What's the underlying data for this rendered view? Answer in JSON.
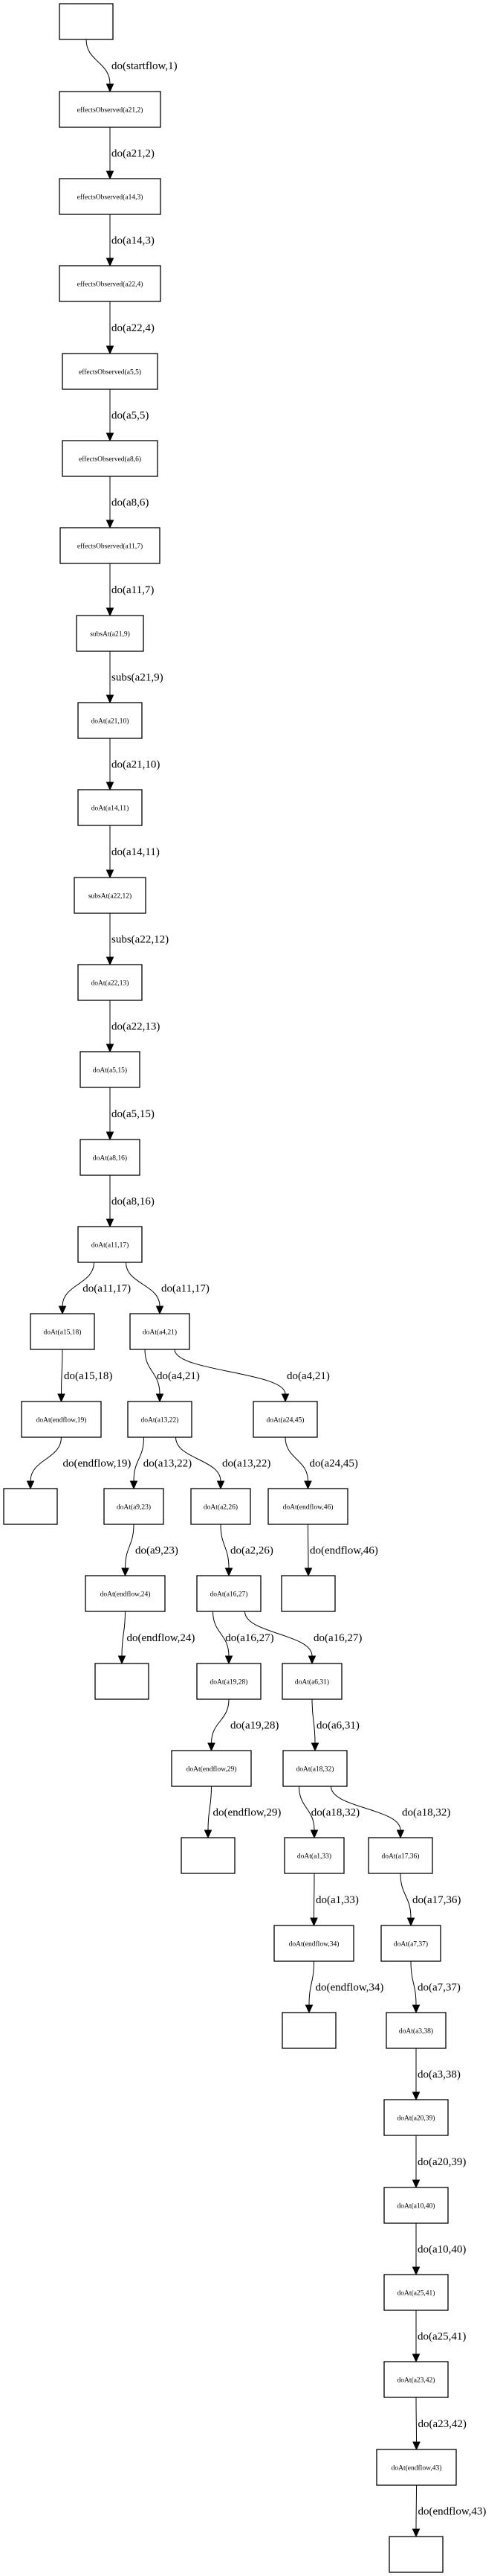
{
  "diagram": {
    "type": "state-transition-tree",
    "nodes": [
      {
        "id": "n0",
        "label": ""
      },
      {
        "id": "n1",
        "label": "effectsObserved(a21,2)"
      },
      {
        "id": "n2",
        "label": "effectsObserved(a14,3)"
      },
      {
        "id": "n3",
        "label": "effectsObserved(a22,4)"
      },
      {
        "id": "n4",
        "label": "effectsObserved(a5,5)"
      },
      {
        "id": "n5",
        "label": "effectsObserved(a8,6)"
      },
      {
        "id": "n6",
        "label": "effectsObserved(a11,7)"
      },
      {
        "id": "n7",
        "label": "subsAt(a21,9)"
      },
      {
        "id": "n8",
        "label": "doAt(a21,10)"
      },
      {
        "id": "n9",
        "label": "doAt(a14,11)"
      },
      {
        "id": "n10",
        "label": "subsAt(a22,12)"
      },
      {
        "id": "n11",
        "label": "doAt(a22,13)"
      },
      {
        "id": "n12",
        "label": "doAt(a5,15)"
      },
      {
        "id": "n13",
        "label": "doAt(a8,16)"
      },
      {
        "id": "n14",
        "label": "doAt(a11,17)"
      },
      {
        "id": "n15",
        "label": "doAt(a15,18)"
      },
      {
        "id": "n16",
        "label": "doAt(a4,21)"
      },
      {
        "id": "n17",
        "label": "doAt(endflow,19)"
      },
      {
        "id": "n18",
        "label": "doAt(a13,22)"
      },
      {
        "id": "n19",
        "label": "doAt(a24,45)"
      },
      {
        "id": "n20",
        "label": ""
      },
      {
        "id": "n21",
        "label": "doAt(a9,23)"
      },
      {
        "id": "n22",
        "label": "doAt(a2,26)"
      },
      {
        "id": "n23",
        "label": "doAt(endflow,46)"
      },
      {
        "id": "n24",
        "label": "doAt(endflow,24)"
      },
      {
        "id": "n25",
        "label": "doAt(a16,27)"
      },
      {
        "id": "n26",
        "label": ""
      },
      {
        "id": "n27",
        "label": ""
      },
      {
        "id": "n28",
        "label": "doAt(a19,28)"
      },
      {
        "id": "n29",
        "label": "doAt(a6,31)"
      },
      {
        "id": "n30",
        "label": "doAt(endflow,29)"
      },
      {
        "id": "n31",
        "label": "doAt(a18,32)"
      },
      {
        "id": "n32",
        "label": ""
      },
      {
        "id": "n33",
        "label": "doAt(a1,33)"
      },
      {
        "id": "n34",
        "label": "doAt(a17,36)"
      },
      {
        "id": "n35",
        "label": "doAt(endflow,34)"
      },
      {
        "id": "n36",
        "label": "doAt(a7,37)"
      },
      {
        "id": "n37",
        "label": ""
      },
      {
        "id": "n38",
        "label": "doAt(a3,38)"
      },
      {
        "id": "n39",
        "label": "doAt(a20,39)"
      },
      {
        "id": "n40",
        "label": "doAt(a10,40)"
      },
      {
        "id": "n41",
        "label": "doAt(a25,41)"
      },
      {
        "id": "n42",
        "label": "doAt(a23,42)"
      },
      {
        "id": "n43",
        "label": "doAt(endflow,43)"
      },
      {
        "id": "n44",
        "label": ""
      }
    ],
    "edges": [
      {
        "from": "n0",
        "to": "n1",
        "label": "do(startflow,1)"
      },
      {
        "from": "n1",
        "to": "n2",
        "label": "do(a21,2)"
      },
      {
        "from": "n2",
        "to": "n3",
        "label": "do(a14,3)"
      },
      {
        "from": "n3",
        "to": "n4",
        "label": "do(a22,4)"
      },
      {
        "from": "n4",
        "to": "n5",
        "label": "do(a5,5)"
      },
      {
        "from": "n5",
        "to": "n6",
        "label": "do(a8,6)"
      },
      {
        "from": "n6",
        "to": "n7",
        "label": "do(a11,7)"
      },
      {
        "from": "n7",
        "to": "n8",
        "label": "subs(a21,9)"
      },
      {
        "from": "n8",
        "to": "n9",
        "label": "do(a21,10)"
      },
      {
        "from": "n9",
        "to": "n10",
        "label": "do(a14,11)"
      },
      {
        "from": "n10",
        "to": "n11",
        "label": "subs(a22,12)"
      },
      {
        "from": "n11",
        "to": "n12",
        "label": "do(a22,13)"
      },
      {
        "from": "n12",
        "to": "n13",
        "label": "do(a5,15)"
      },
      {
        "from": "n13",
        "to": "n14",
        "label": "do(a8,16)"
      },
      {
        "from": "n14",
        "to": "n15",
        "label": "do(a11,17)"
      },
      {
        "from": "n14",
        "to": "n16",
        "label": "do(a11,17)"
      },
      {
        "from": "n15",
        "to": "n17",
        "label": "do(a15,18)"
      },
      {
        "from": "n16",
        "to": "n18",
        "label": "do(a4,21)"
      },
      {
        "from": "n16",
        "to": "n19",
        "label": "do(a4,21)"
      },
      {
        "from": "n17",
        "to": "n20",
        "label": "do(endflow,19)"
      },
      {
        "from": "n18",
        "to": "n21",
        "label": "do(a13,22)"
      },
      {
        "from": "n18",
        "to": "n22",
        "label": "do(a13,22)"
      },
      {
        "from": "n19",
        "to": "n23",
        "label": "do(a24,45)"
      },
      {
        "from": "n21",
        "to": "n24",
        "label": "do(a9,23)"
      },
      {
        "from": "n22",
        "to": "n25",
        "label": "do(a2,26)"
      },
      {
        "from": "n23",
        "to": "n26",
        "label": "do(endflow,46)"
      },
      {
        "from": "n24",
        "to": "n27",
        "label": "do(endflow,24)"
      },
      {
        "from": "n25",
        "to": "n28",
        "label": "do(a16,27)"
      },
      {
        "from": "n25",
        "to": "n29",
        "label": "do(a16,27)"
      },
      {
        "from": "n28",
        "to": "n30",
        "label": "do(a19,28)"
      },
      {
        "from": "n29",
        "to": "n31",
        "label": "do(a6,31)"
      },
      {
        "from": "n30",
        "to": "n32",
        "label": "do(endflow,29)"
      },
      {
        "from": "n31",
        "to": "n33",
        "label": "do(a18,32)"
      },
      {
        "from": "n31",
        "to": "n34",
        "label": "do(a18,32)"
      },
      {
        "from": "n33",
        "to": "n35",
        "label": "do(a1,33)"
      },
      {
        "from": "n34",
        "to": "n36",
        "label": "do(a17,36)"
      },
      {
        "from": "n35",
        "to": "n37",
        "label": "do(endflow,34)"
      },
      {
        "from": "n36",
        "to": "n38",
        "label": "do(a7,37)"
      },
      {
        "from": "n38",
        "to": "n39",
        "label": "do(a3,38)"
      },
      {
        "from": "n39",
        "to": "n40",
        "label": "do(a20,39)"
      },
      {
        "from": "n40",
        "to": "n41",
        "label": "do(a10,40)"
      },
      {
        "from": "n41",
        "to": "n42",
        "label": "do(a25,41)"
      },
      {
        "from": "n42",
        "to": "n43",
        "label": "do(a23,42)"
      },
      {
        "from": "n43",
        "to": "n44",
        "label": "do(endflow,43)"
      }
    ]
  }
}
